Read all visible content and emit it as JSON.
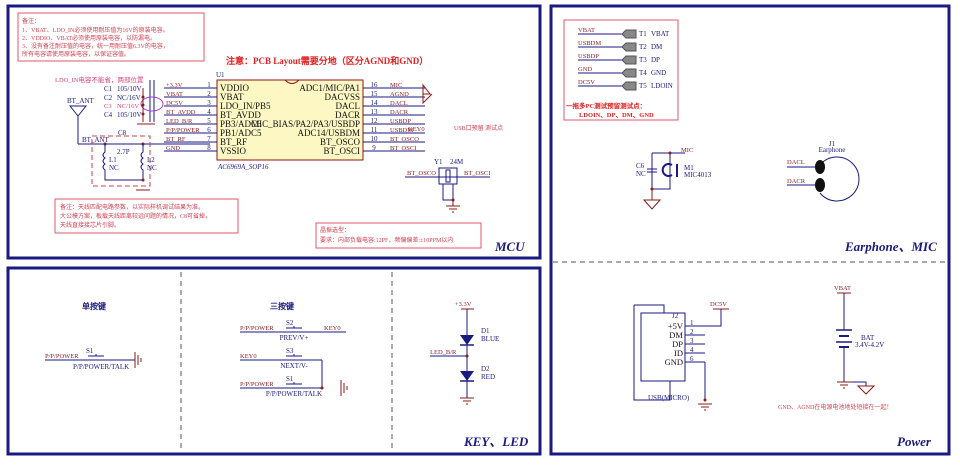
{
  "sections": {
    "mcu": "MCU",
    "earphone_mic": "Earphone、MIC",
    "key_led": "KEY、LED",
    "power": "Power"
  },
  "mcu": {
    "note_top": {
      "title": "备注：",
      "lines": [
        "1、VBAT、LDO_IN必须使用耐压值为16V的原装电容。",
        "2、VDDIO、VBAT必须使用原装电容，以防漏电。",
        "3、没有备注耐压值的电容，统一用耐压值6.3V的电容，",
        "   所有电容请使用原装电容，以保证容值。"
      ]
    },
    "layout_warning": "注意：PCB Layout需要分地（区分AGND和GND）",
    "ldo_note": "LDO_IN电容不能省，两部位置",
    "caps": [
      {
        "ref": "C1",
        "value": "105/10V"
      },
      {
        "ref": "C2",
        "value": "NC/16V"
      },
      {
        "ref": "C3",
        "value": "NC/16V"
      },
      {
        "ref": "C4",
        "value": "105/10V"
      }
    ],
    "antenna": {
      "label": "BT_ANT",
      "net": "BT_ANT",
      "c8": "C8",
      "c8_value": "2.7P",
      "l1": "L1",
      "l1_value": "NC",
      "l2": "L2",
      "l2_value": "NC"
    },
    "ic": {
      "ref": "U1",
      "part": "AC6969A_SOP16",
      "left_pins": [
        {
          "num": "1",
          "name": "VDDIO",
          "net": "+3.3V"
        },
        {
          "num": "2",
          "name": "VBAT",
          "net": "VBAT"
        },
        {
          "num": "3",
          "name": "LDO_IN/PB5",
          "net": "DC5V"
        },
        {
          "num": "4",
          "name": "BT_AVDD",
          "net": "BT_AVDD"
        },
        {
          "num": "5",
          "name": "PB3/ADC6",
          "net": "LED_B/R"
        },
        {
          "num": "6",
          "name": "PB1/ADC5",
          "net": "P/P/POWER"
        },
        {
          "num": "7",
          "name": "BT_RF",
          "net": "BT_RF"
        },
        {
          "num": "8",
          "name": "VSSIO",
          "net": "GND"
        }
      ],
      "right_pins": [
        {
          "num": "16",
          "name": "ADC1/MIC/PA1",
          "net": "MIC"
        },
        {
          "num": "15",
          "name": "DACVSS",
          "net": "AGND"
        },
        {
          "num": "14",
          "name": "DACL",
          "net": "DACL"
        },
        {
          "num": "13",
          "name": "DACR",
          "net": "DACR"
        },
        {
          "num": "12",
          "name": "MIC_BIAS/PA2/PA3/USBDP",
          "net": "USBDP"
        },
        {
          "num": "11",
          "name": "ADC14/USBDM",
          "net": "USBDM"
        },
        {
          "num": "10",
          "name": "BT_OSCO",
          "net": "BT_OSCO"
        },
        {
          "num": "9",
          "name": "BT_OSCI",
          "net": "BT_OSCI"
        }
      ]
    },
    "key0_label": "KEY0",
    "usb_note": "USB口预留 测试点",
    "crystal": {
      "ref": "Y1",
      "value": "24M",
      "left": "BT_OSCO",
      "right": "BT_OSCI"
    },
    "antenna_note": [
      "备注：天线匹配电路参数，以实际样机调试结果为准。",
      "大公模方案，板载天线距离较远问题的情况，C8可省掉，",
      "天线直接接芯片引脚。"
    ],
    "crystal_note": [
      "晶振选型：",
      "要求：内部负载电容:12PF，频偏偏差:±10PPM以内"
    ]
  },
  "testpoints": {
    "rows": [
      {
        "net": "VBAT",
        "tp": "T1",
        "label": "VBAT"
      },
      {
        "net": "USBDM",
        "tp": "T2",
        "label": "DM"
      },
      {
        "net": "USBDP",
        "tp": "T3",
        "label": "DP"
      },
      {
        "net": "GND",
        "tp": "T4",
        "label": "GND"
      },
      {
        "net": "DC5V",
        "tp": "T5",
        "label": "LDOIN"
      }
    ],
    "note_line1": "一拖多PC测试预留测试点：",
    "note_line2": "LDOIN、DP、DM、GND"
  },
  "mic": {
    "net": "MIC",
    "cap_ref": "C6",
    "cap_value": "NC",
    "ref": "M1",
    "part": "MIC4013"
  },
  "earphone": {
    "ref": "J1",
    "part": "Earphone",
    "left": "DACL",
    "right": "DACR"
  },
  "keys": {
    "single_title": "单按键",
    "triple_title": "三按键",
    "single": {
      "net": "P/P/POWER",
      "ref": "S1",
      "label": "P/P/POWER/TALK"
    },
    "triple": [
      {
        "net_in": "P/P/POWER",
        "ref": "S2",
        "label": "PREV/V+",
        "net_out": "KEY0"
      },
      {
        "net_in": "KEY0",
        "ref": "S3",
        "label": "NEXT/V-",
        "net_out": ""
      },
      {
        "net_in": "P/P/POWER",
        "ref": "S1",
        "label": "P/P/POWER/TALK",
        "net_out": ""
      }
    ]
  },
  "led": {
    "supply": "+3.3V",
    "net": "LED_B/R",
    "d1": "D1",
    "d1_color": "BLUE",
    "d2": "D2",
    "d2_color": "RED"
  },
  "usb": {
    "ref": "J2",
    "part": "USB(MICRO)",
    "supply": "DC5V",
    "pins": [
      {
        "name": "+5V",
        "num": "1"
      },
      {
        "name": "DM",
        "num": "2"
      },
      {
        "name": "DP",
        "num": "3"
      },
      {
        "name": "ID",
        "num": "4"
      },
      {
        "name": "GND",
        "num": "6"
      }
    ],
    "shield": "6"
  },
  "battery": {
    "net": "VBAT",
    "ref": "BAT",
    "value": "3.4V-4.2V",
    "note": "GND、AGND在电源电池地处短接在一起！"
  }
}
